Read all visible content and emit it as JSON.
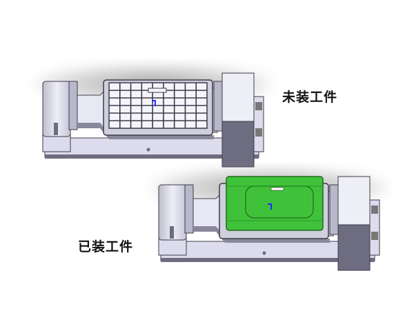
{
  "labels": {
    "unloaded": "未装工件",
    "loaded": "已装工件"
  },
  "colors": {
    "metal": "#dcdcec",
    "metal_dark": "#6e6c80",
    "outline": "#3c3a4a",
    "workpiece": "#3fc23a",
    "marker": "#1a2cff"
  },
  "figures": [
    {
      "name": "fixture-without-workpiece",
      "workpiece": false
    },
    {
      "name": "fixture-with-workpiece",
      "workpiece": true
    }
  ]
}
